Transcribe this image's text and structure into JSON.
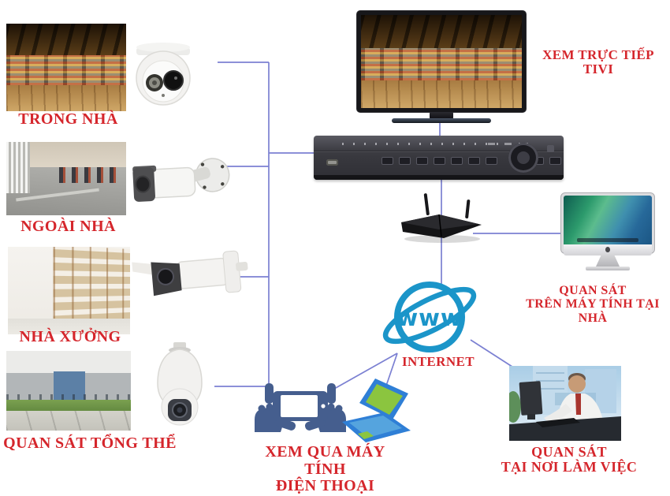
{
  "colors": {
    "label_red": "#d5262c",
    "cable_blue": "#7b80d2",
    "globe_blue": "#1b95c9",
    "hands_phone_slate": "#455e8e",
    "laptop_blue": "#2f7fd6",
    "laptop_green": "#8bc53f",
    "device_dark": "#3a3a40"
  },
  "rows": [
    {
      "label": "TRONG NHÀ",
      "photo": "indoor-store-photo",
      "camera": "dome-camera"
    },
    {
      "label": "NGOÀI NHÀ",
      "photo": "street-photo",
      "camera": "bullet-camera"
    },
    {
      "label": "NHÀ XƯỞNG",
      "photo": "warehouse-photo",
      "camera": "long-bullet-camera"
    },
    {
      "label": "QUAN SÁT TỔNG THỂ",
      "photo": "building-photo",
      "camera": "ptz-speed-dome-camera"
    }
  ],
  "tv": {
    "label": "XEM TRỰC TIẾP TIVI"
  },
  "imac": {
    "line1": "QUAN SÁT",
    "line2": "TRÊN MÁY TÍNH TẠI NHÀ"
  },
  "internet": {
    "globe_text": "www",
    "label": "INTERNET"
  },
  "mobile": {
    "line1": "XEM QUA MÁY TÍNH",
    "line2": "ĐIỆN THOẠI"
  },
  "office": {
    "line1": "QUAN SÁT",
    "line2": "TẠI NƠI LÀM VIỆC"
  }
}
